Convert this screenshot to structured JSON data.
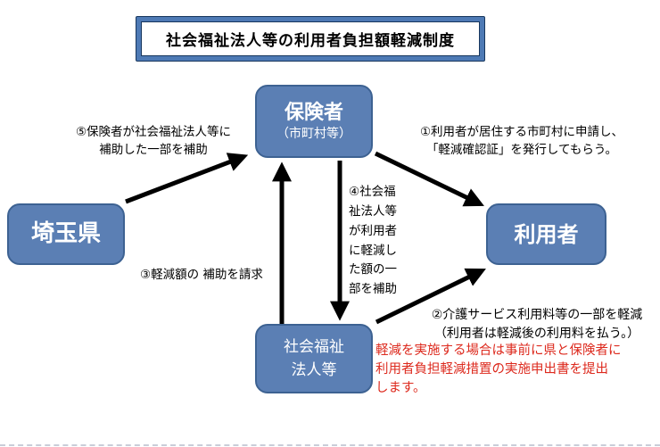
{
  "diagram": {
    "title": "社会福祉法人等の利用者負担額軽減制度",
    "nodes": {
      "insurer": {
        "line1": "保険者",
        "line2": "（市町村等）"
      },
      "prefecture": {
        "label": "埼玉県"
      },
      "user": {
        "label": "利用者"
      },
      "welfare": {
        "line1": "社会福祉",
        "line2": "法人等"
      }
    },
    "labels": {
      "step5": {
        "line1": "⑤保険者が社会福祉法人等に",
        "line2": "補助した一部を補助"
      },
      "step1": {
        "line1": "①利用者が居住する市町村に申請し、",
        "line2": "「軽減確認証」を発行してもらう。"
      },
      "step4": {
        "lines": [
          "④社会福",
          "祉法人等",
          "が利用者",
          "に軽減し",
          "た額の一",
          "部を補助"
        ]
      },
      "step3": {
        "line1": "③軽減額の 補助を請求"
      },
      "step2": {
        "line1": "②介護サービス利用料等の一部を軽減",
        "line2": "（利用者は軽減後の利用料を払う。）"
      },
      "red_note": {
        "line1": "軽減を実施する場合は事前に県と保険者に",
        "line2": "利用者負担軽減措置の実施申出書を提出",
        "line3": "します。"
      }
    },
    "colors": {
      "node_fill": "#5b7fb4",
      "node_border": "#3d6292",
      "title_band": "#4e7ab5",
      "title_edge": "#17365d",
      "arrow": "#000000",
      "note_red": "#dd2a1e"
    }
  }
}
